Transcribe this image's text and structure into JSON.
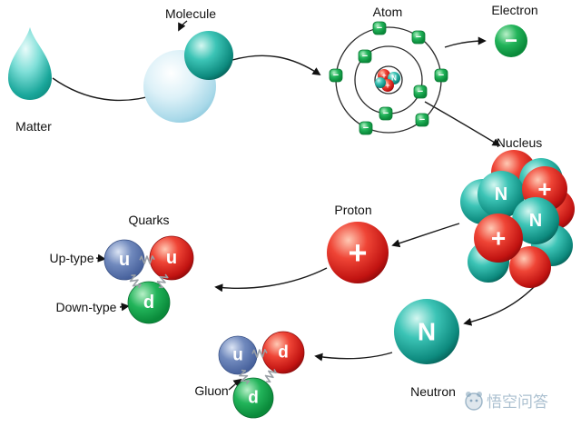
{
  "labels": {
    "matter": "Matter",
    "molecule": "Molecule",
    "atom": "Atom",
    "electron": "Electron",
    "nucleus": "Nucleus",
    "proton": "Proton",
    "neutron": "Neutron",
    "quarks": "Quarks",
    "up_type": "Up-type",
    "down_type": "Down-type",
    "gluon": "Gluon"
  },
  "symbols": {
    "minus": "−",
    "plus": "+",
    "neutron_letter": "N",
    "up_quark": "u",
    "down_quark": "d"
  },
  "colors": {
    "teal": "#0d8a7e",
    "green": "#0fa148",
    "red": "#d21715",
    "blue": "#5b78b4",
    "arrow": "#1a1a1a"
  },
  "watermark": {
    "text": "悟空问答"
  }
}
